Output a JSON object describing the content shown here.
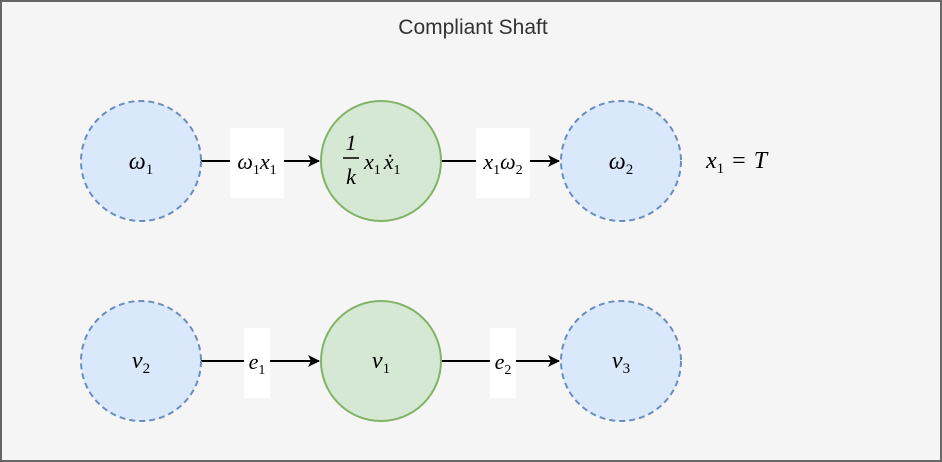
{
  "title": "Compliant Shaft",
  "colors": {
    "background": "#f5f5f5",
    "frame": "#666666",
    "blue_fill": "#dae8fc",
    "blue_stroke": "#6c8ebf",
    "green_fill": "#d5e8d4",
    "green_stroke": "#82b366",
    "edge": "#000000"
  },
  "nodes": {
    "omega1": {
      "sym": "ω",
      "sub": "1"
    },
    "center_top": {
      "frac_num": "1",
      "frac_den": "k",
      "x": "x",
      "x_sub": "1",
      "xdot": "ẋ",
      "xdot_sub": "1"
    },
    "omega2": {
      "sym": "ω",
      "sub": "2"
    },
    "v2": {
      "sym": "v",
      "sub": "2"
    },
    "v1": {
      "sym": "v",
      "sub": "1"
    },
    "v3": {
      "sym": "v",
      "sub": "3"
    }
  },
  "edges": {
    "top_left": {
      "a": "ω",
      "a_sub": "1",
      "b": "x",
      "b_sub": "1"
    },
    "top_right": {
      "a": "x",
      "a_sub": "1",
      "b": "ω",
      "b_sub": "2"
    },
    "bottom_left": {
      "a": "e",
      "a_sub": "1"
    },
    "bottom_right": {
      "a": "e",
      "a_sub": "2"
    }
  },
  "equation": {
    "lhs": "x",
    "lhs_sub": "1",
    "op": "=",
    "rhs": "T"
  }
}
